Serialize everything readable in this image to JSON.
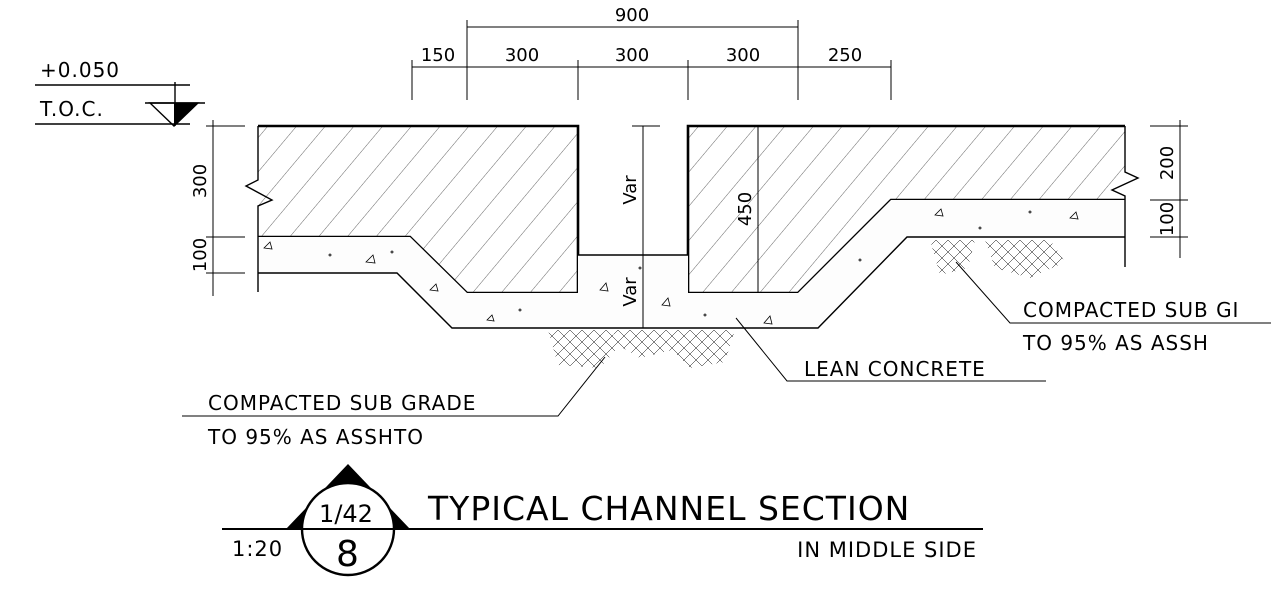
{
  "level": {
    "value": "+0.050",
    "name": "T.O.C."
  },
  "dims_top": {
    "overall": "900",
    "d1": "150",
    "d2": "300",
    "d3": "300",
    "d4": "300",
    "d5": "250"
  },
  "dims_left": {
    "upper": "300",
    "lower": "100"
  },
  "dims_center": {
    "var_upper": "Var",
    "var_lower": "Var",
    "depth": "450"
  },
  "dims_right": {
    "upper": "200",
    "lower": "100"
  },
  "callouts": {
    "subgrade_left_1": "COMPACTED SUB GRADE",
    "subgrade_left_2": "TO 95% AS ASSHTO",
    "lean_concrete": "LEAN CONCRETE",
    "subgrade_right_1": "COMPACTED SUB GI",
    "subgrade_right_2": "TO 95% AS ASSH"
  },
  "title_block": {
    "sheet_ref": "1/42",
    "detail_no": "8",
    "scale": "1:20",
    "title": "TYPICAL CHANNEL SECTION",
    "subtitle": "IN MIDDLE SIDE"
  }
}
